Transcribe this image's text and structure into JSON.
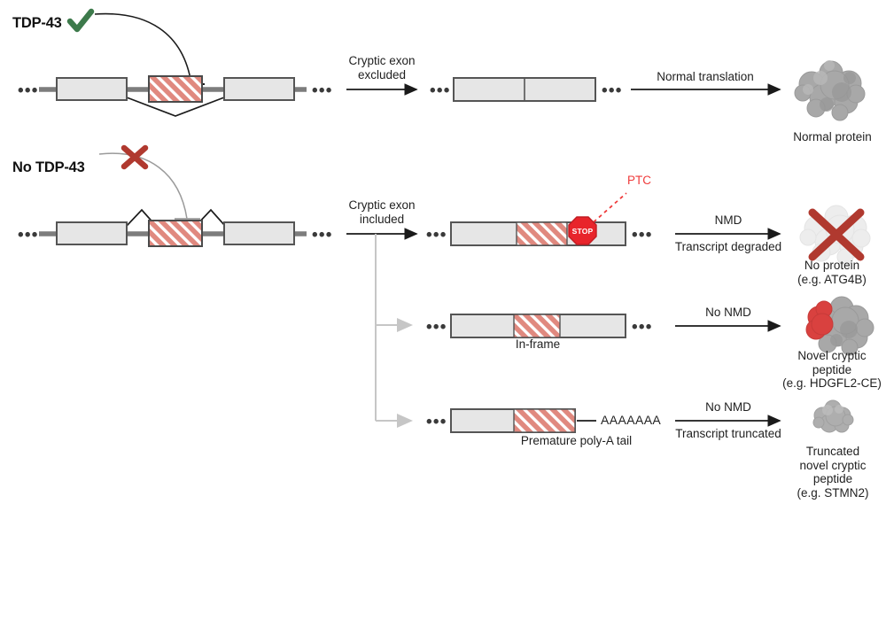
{
  "figure": {
    "type": "biology-pathway-diagram",
    "title_visible": false
  },
  "conditions": {
    "normal": {
      "label": "TDP-43",
      "marker": "check-icon",
      "marker_color": "#3d7a4b",
      "repression": "active"
    },
    "loss": {
      "label": "No TDP-43",
      "marker": "cross-icon",
      "marker_color": "#b0392f",
      "repression": "lost"
    }
  },
  "ellipsis": "•••",
  "row1": {
    "arrow_label": "Cryptic exon\nexcluded",
    "translation_label": "Normal translation",
    "protein_label": "Normal protein"
  },
  "row2": {
    "arrow_label": "Cryptic exon\nincluded",
    "branch1": {
      "ptc_label": "PTC",
      "stop_label": "STOP",
      "arrow_label_top": "NMD",
      "arrow_label_bottom": "Transcript degraded",
      "outcome_label": "No protein\n(e.g. ATG4B)"
    },
    "branch2": {
      "transcript_label": "In-frame",
      "arrow_label_top": "No NMD",
      "arrow_label_bottom": "",
      "outcome_label": "Novel cryptic\npeptide\n(e.g. HDGFL2-CE)"
    },
    "branch3": {
      "polya_sequence": "AAAAAAA",
      "transcript_label": "Premature poly-A tail",
      "arrow_label_top": "No NMD",
      "arrow_label_bottom": "Transcript truncated",
      "outcome_label": "Truncated\nnovel cryptic\npeptide\n(e.g. STMN2)"
    }
  },
  "colors": {
    "cryptic_exon_fill": "#e0897f",
    "cryptic_exon_stroke": "#4a4a4a",
    "exon_fill": "#e6e6e6",
    "exon_stroke": "#555555",
    "intron_line": "#7d7d7d",
    "protein_gray": "#a3a3a3",
    "protein_gray_dark": "#8d8d8d",
    "protein_faded": "#ececec",
    "cryptic_peptide_red": "#d9413f",
    "stop_red": "#e8242b",
    "ptc_red": "#ef3b3b",
    "arrow_black": "#1a1a1a",
    "arrow_gray": "#c6c6c6",
    "check_green": "#3d7a4b",
    "x_red": "#b0392f"
  }
}
